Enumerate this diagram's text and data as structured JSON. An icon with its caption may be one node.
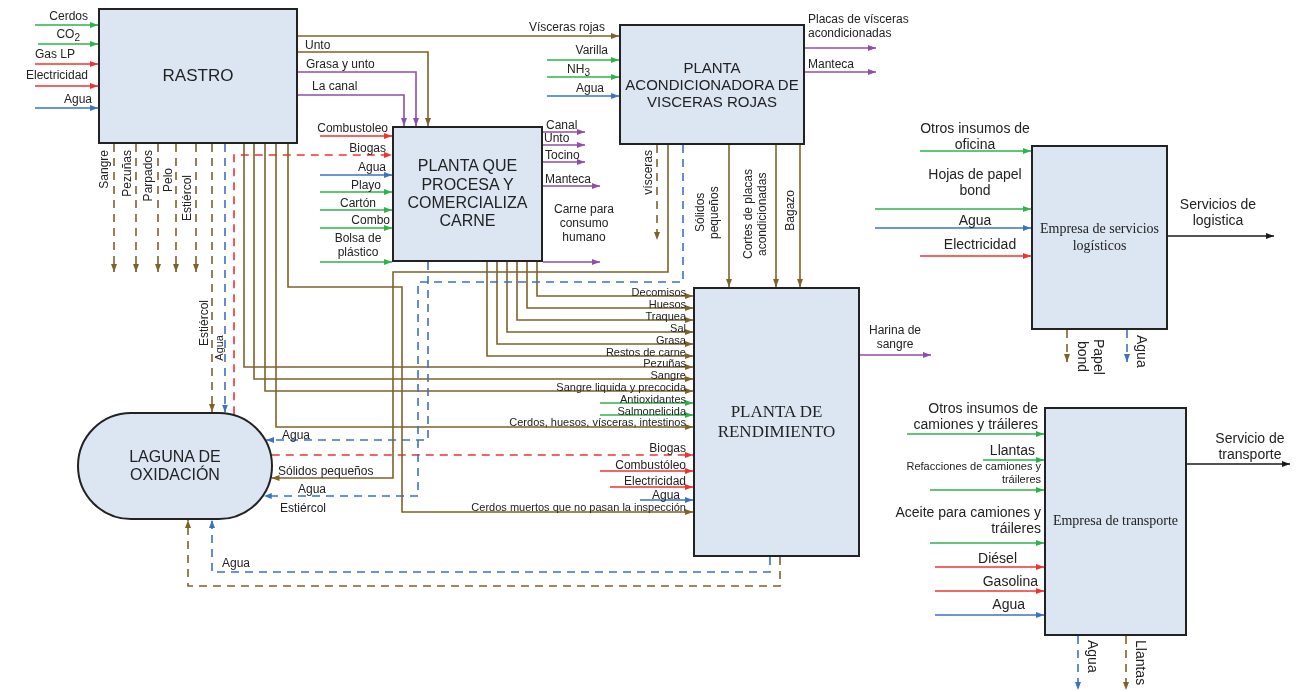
{
  "diagram": {
    "nodes": [
      {
        "text": [
          "RASTRO"
        ]
      },
      {
        "text": [
          "PLANTA QUE PROCESA Y COMERCIALIZA CARNE"
        ]
      },
      {
        "text": [
          "PLANTA ACONDICIONADORA DE VISCERAS ROJAS"
        ]
      },
      {
        "text": [
          "PLANTA DE RENDIMIENTO"
        ]
      },
      {
        "text": [
          "LAGUNA DE OXIDACIÓN"
        ]
      },
      {
        "text": [
          "Empresa de servicios logísticos"
        ]
      },
      {
        "text": [
          "Empresa de transporte"
        ]
      }
    ],
    "edges": [
      {
        "from": null,
        "to": 0,
        "arrow": "to",
        "label": "Cerdos",
        "color": "#2eb34b"
      },
      {
        "from": null,
        "to": 0,
        "arrow": "to",
        "label": "CO$_{2}$",
        "color": "#2eb34b"
      },
      {
        "from": null,
        "to": 0,
        "arrow": "to",
        "label": "Gas LP",
        "color": "#ee3333"
      },
      {
        "from": null,
        "to": 0,
        "arrow": "to",
        "label": "Electricidad",
        "color": "#ee3333"
      },
      {
        "from": null,
        "to": 0,
        "arrow": "to",
        "label": "Agua",
        "color": "#3b72c4"
      },
      {
        "from": 0,
        "to": 2,
        "arrow": "to",
        "label": "Vísceras rojas"
      },
      {
        "from": 0,
        "to": 1,
        "arrow": "to",
        "label": "Unto"
      },
      {
        "from": 0,
        "to": 1,
        "arrow": "to",
        "label": "Grasa y unto",
        "color": "#8e4fa8"
      },
      {
        "from": 0,
        "to": 1,
        "arrow": "to",
        "label": "La canal",
        "color": "#8e4fa8"
      },
      {
        "from": 0,
        "to": null,
        "arrow": "to",
        "label": "Sangre",
        "style": "dashed"
      },
      {
        "from": 0,
        "to": null,
        "arrow": "to",
        "label": "Pezuñas",
        "style": "dashed"
      },
      {
        "from": 0,
        "to": null,
        "arrow": "to",
        "label": "Parpados",
        "style": "dashed"
      },
      {
        "from": 0,
        "to": null,
        "arrow": "to",
        "label": "Pelo",
        "style": "dashed"
      },
      {
        "from": 0,
        "to": null,
        "arrow": "to",
        "label": "Estiércol",
        "style": "dashed"
      },
      {
        "from": 0,
        "to": 4,
        "arrow": "to",
        "label": "Estiércol",
        "style": "dashed"
      },
      {
        "from": 0,
        "to": 4,
        "arrow": "to",
        "label": "Agua",
        "style": "dashed",
        "color": "#3b72c4"
      },
      {
        "from": 4,
        "to": 1,
        "arrow": "to",
        "label": "Biogas",
        "style": "dashed",
        "color": "#ee3333"
      },
      {
        "from": null,
        "to": 1,
        "arrow": "to",
        "label": "Combustoleo",
        "color": "#ee3333"
      },
      {
        "from": null,
        "to": 1,
        "arrow": "to",
        "label": "Agua",
        "color": "#3b72c4"
      },
      {
        "from": null,
        "to": 1,
        "arrow": "to",
        "label": "Playo",
        "color": "#2eb34b"
      },
      {
        "from": null,
        "to": 1,
        "arrow": "to",
        "label": "Cartón",
        "color": "#2eb34b"
      },
      {
        "from": null,
        "to": 1,
        "arrow": "to",
        "label": "Combo",
        "color": "#2eb34b"
      },
      {
        "from": null,
        "to": 1,
        "arrow": "to",
        "label": "Bolsa de plástico",
        "color": "#2eb34b"
      },
      {
        "from": 1,
        "to": null,
        "arrow": "to",
        "label": "Canal",
        "color": "#8e4fa8"
      },
      {
        "from": 1,
        "to": null,
        "arrow": "to",
        "label": "Unto",
        "color": "#8e4fa8"
      },
      {
        "from": 1,
        "to": null,
        "arrow": "to",
        "label": "Tocino",
        "color": "#8e4fa8"
      },
      {
        "from": 1,
        "to": null,
        "arrow": "to",
        "label": "Manteca",
        "color": "#8e4fa8"
      },
      {
        "from": 1,
        "to": null,
        "arrow": "to",
        "label": "Carne para consumo humano",
        "color": "#8e4fa8"
      },
      {
        "from": null,
        "to": 2,
        "arrow": "to",
        "label": "Varilla",
        "color": "#2eb34b"
      },
      {
        "from": null,
        "to": 2,
        "arrow": "to",
        "label": "NH$_{3}$",
        "color": "#2eb34b"
      },
      {
        "from": null,
        "to": 2,
        "arrow": "to",
        "label": "Agua",
        "color": "#3b72c4"
      },
      {
        "from": 2,
        "to": null,
        "arrow": "to",
        "label": "Placas de vísceras acondicionadas",
        "color": "#8e4fa8"
      },
      {
        "from": 2,
        "to": null,
        "arrow": "to",
        "label": "Manteca",
        "color": "#8e4fa8"
      },
      {
        "from": 2,
        "to": null,
        "arrow": "to",
        "label": "vísceras",
        "style": "dashed"
      },
      {
        "from": 2,
        "to": 3,
        "arrow": "to",
        "label": "Sólidos pequeños"
      },
      {
        "from": 2,
        "to": 3,
        "arrow": "to",
        "label": "Cortes de placas acondicionadas"
      },
      {
        "from": 2,
        "to": 3,
        "arrow": "to",
        "label": "Bagazo"
      },
      {
        "from": 1,
        "to": 3,
        "arrow": "to",
        "label": "Decomisos"
      },
      {
        "from": 1,
        "to": 3,
        "arrow": "to",
        "label": "Huesos"
      },
      {
        "from": 1,
        "to": 3,
        "arrow": "to",
        "label": "Traquea"
      },
      {
        "from": 1,
        "to": 3,
        "arrow": "to",
        "label": "Sal"
      },
      {
        "from": 1,
        "to": 3,
        "arrow": "to",
        "label": "Grasa"
      },
      {
        "from": 1,
        "to": 3,
        "arrow": "to",
        "label": "Restos de carne"
      },
      {
        "from": 0,
        "to": 3,
        "arrow": "to",
        "label": "Pezuñas"
      },
      {
        "from": 0,
        "to": 3,
        "arrow": "to",
        "label": "Sangre"
      },
      {
        "from": 0,
        "to": 3,
        "arrow": "to",
        "label": "Sangre liquida y precocida"
      },
      {
        "from": null,
        "to": 3,
        "arrow": "to",
        "label": "Antioxidantes",
        "color": "#2eb34b"
      },
      {
        "from": null,
        "to": 3,
        "arrow": "to",
        "label": "Salmonelicida",
        "color": "#2eb34b"
      },
      {
        "from": 0,
        "to": 3,
        "arrow": "to",
        "label": "Cerdos, huesos, vísceras, intestinos"
      },
      {
        "from": 1,
        "to": 4,
        "arrow": "to",
        "label": "Agua",
        "style": "dashed",
        "color": "#3b72c4"
      },
      {
        "from": 4,
        "to": 3,
        "arrow": "to",
        "label": "Biogas",
        "style": "dashed",
        "color": "#ee3333"
      },
      {
        "from": 2,
        "to": 4,
        "arrow": "to",
        "label": "Sólidos pequeños"
      },
      {
        "from": 2,
        "to": 4,
        "arrow": "to",
        "label": "Agua",
        "style": "dashed",
        "color": "#3b72c4"
      },
      {
        "from": null,
        "to": 3,
        "arrow": "to",
        "label": "Combustóleo",
        "color": "#ee3333"
      },
      {
        "from": null,
        "to": 3,
        "arrow": "to",
        "label": "Electricidad",
        "color": "#ee3333"
      },
      {
        "from": null,
        "to": 3,
        "arrow": "to",
        "label": "Agua",
        "color": "#3b72c4"
      },
      {
        "from": 0,
        "to": 3,
        "arrow": "to",
        "label": "Cerdos muertos que no pasan la inspección"
      },
      {
        "from": 3,
        "to": null,
        "arrow": "to",
        "label": "Harina de sangre",
        "color": "#8e4fa8"
      },
      {
        "from": 3,
        "to": 4,
        "arrow": "to",
        "label": "Agua",
        "style": "dashed",
        "color": "#3b72c4"
      },
      {
        "from": 3,
        "to": 4,
        "arrow": "to",
        "style": "dashed"
      },
      {
        "from": null,
        "to": 5,
        "arrow": "to",
        "label": "Otros insumos de oficina",
        "color": "#2eb34b"
      },
      {
        "from": null,
        "to": 5,
        "arrow": "to",
        "label": "Hojas de papel bond",
        "color": "#2eb34b"
      },
      {
        "from": null,
        "to": 5,
        "arrow": "to",
        "label": "Agua",
        "color": "#3b72c4"
      },
      {
        "from": null,
        "to": 5,
        "arrow": "to",
        "label": "Electricidad",
        "color": "#ee3333"
      },
      {
        "from": 5,
        "to": null,
        "arrow": "to",
        "label": "Servicios de logistica",
        "color": "#1a1a1a"
      },
      {
        "from": 5,
        "to": null,
        "arrow": "to",
        "label": "Papel bond",
        "style": "dashed"
      },
      {
        "from": 5,
        "to": null,
        "arrow": "to",
        "label": "Agua",
        "style": "dashed",
        "color": "#3b72c4"
      },
      {
        "from": null,
        "to": 6,
        "arrow": "to",
        "label": "Otros insumos de camiones y tráileres",
        "color": "#2eb34b"
      },
      {
        "from": null,
        "to": 6,
        "arrow": "to",
        "label": "Llantas",
        "color": "#2eb34b"
      },
      {
        "from": null,
        "to": 6,
        "arrow": "to",
        "label": "Refacciones de camiones y tráileres",
        "color": "#2eb34b"
      },
      {
        "from": null,
        "to": 6,
        "arrow": "to",
        "label": "Aceite para camiones y tráileres",
        "color": "#2eb34b"
      },
      {
        "from": null,
        "to": 6,
        "arrow": "to",
        "label": "Diésel",
        "color": "#ee3333"
      },
      {
        "from": null,
        "to": 6,
        "arrow": "to",
        "label": "Gasolina",
        "color": "#ee3333"
      },
      {
        "from": null,
        "to": 6,
        "arrow": "to",
        "label": "Agua",
        "color": "#3b72c4"
      },
      {
        "from": 6,
        "to": null,
        "arrow": "to",
        "label": "Servicio de transporte",
        "color": "#1a1a1a"
      },
      {
        "from": 6,
        "to": null,
        "arrow": "to",
        "label": "Agua",
        "style": "dashed",
        "color": "#3b72c4"
      },
      {
        "from": 6,
        "to": null,
        "arrow": "to",
        "label": "Llantas",
        "style": "dashed"
      }
    ],
    "labels": [
      "Estiércol"
    ]
  }
}
